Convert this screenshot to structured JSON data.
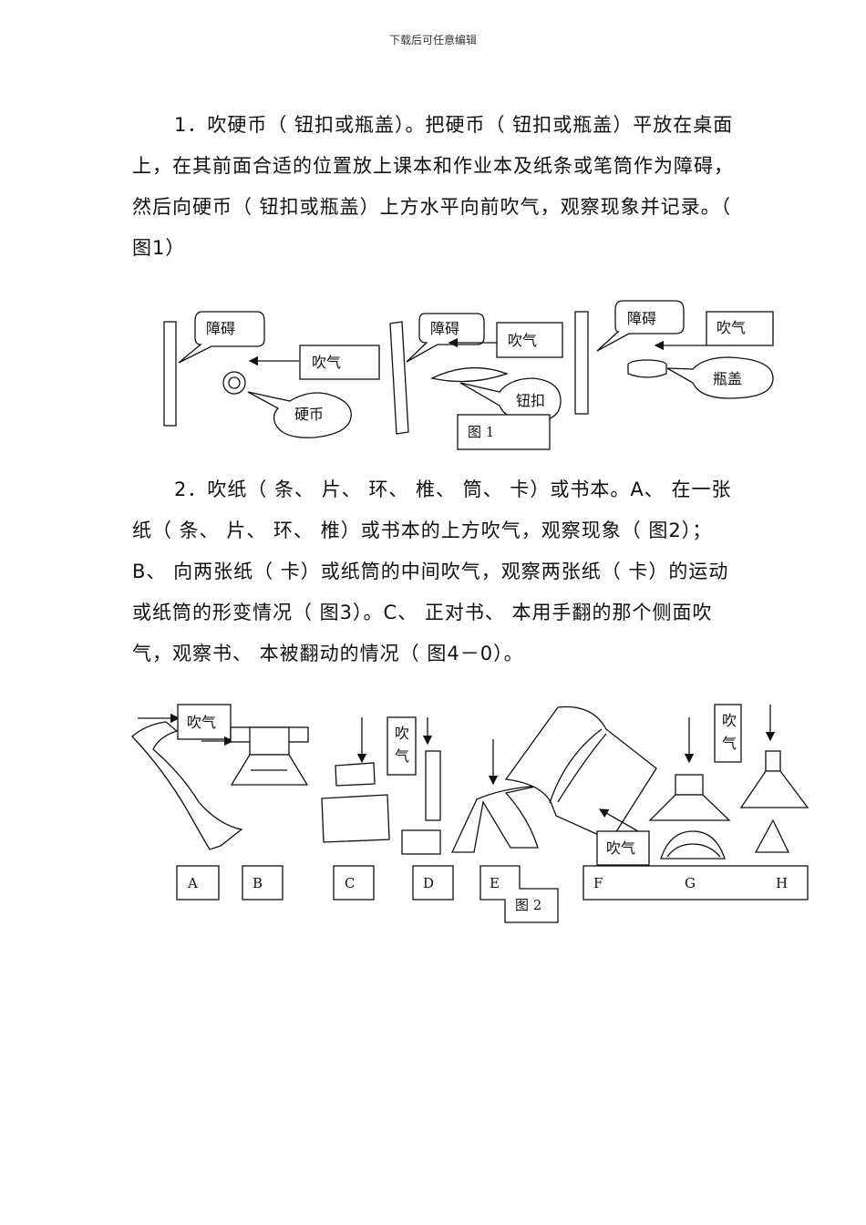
{
  "header": "下载后可任意编辑",
  "paragraph1": "1．吹硬币（ 钮扣或瓶盖）。把硬币（ 钮扣或瓶盖）平放在桌面上，在其前面合适的位置放上课本和作业本及纸条或笔筒作为障碍，然后向硬币（ 钮扣或瓶盖）上方水平向前吹气，观察现象并记录。（ 图1）",
  "paragraph2": "2．吹纸（ 条、 片、 环、 椎、 筒、 卡）或书本。A、 在一张纸（ 条、 片、 环、 椎）或书本的上方吹气，观察现象（ 图2）；B、 向两张纸（ 卡）或纸筒的中间吹气，观察两张纸（ 卡）的运动或纸筒的形变情况（ 图3）。C、 正对书、 本用手翻的那个侧面吹气，观察书、 本被翻动的情况（ 图4－0）。",
  "figure1": {
    "labels": {
      "obstacle": "障碍",
      "blow": "吹气",
      "coin": "硬币",
      "button": "钮扣",
      "bottle_cap": "瓶盖"
    },
    "caption": "图 1"
  },
  "figure2": {
    "blow": "吹气",
    "blow_vertical": [
      "吹",
      "气"
    ],
    "panels": [
      "A",
      "B",
      "C",
      "D",
      "E",
      "F",
      "G",
      "H"
    ],
    "caption": "图 2"
  }
}
